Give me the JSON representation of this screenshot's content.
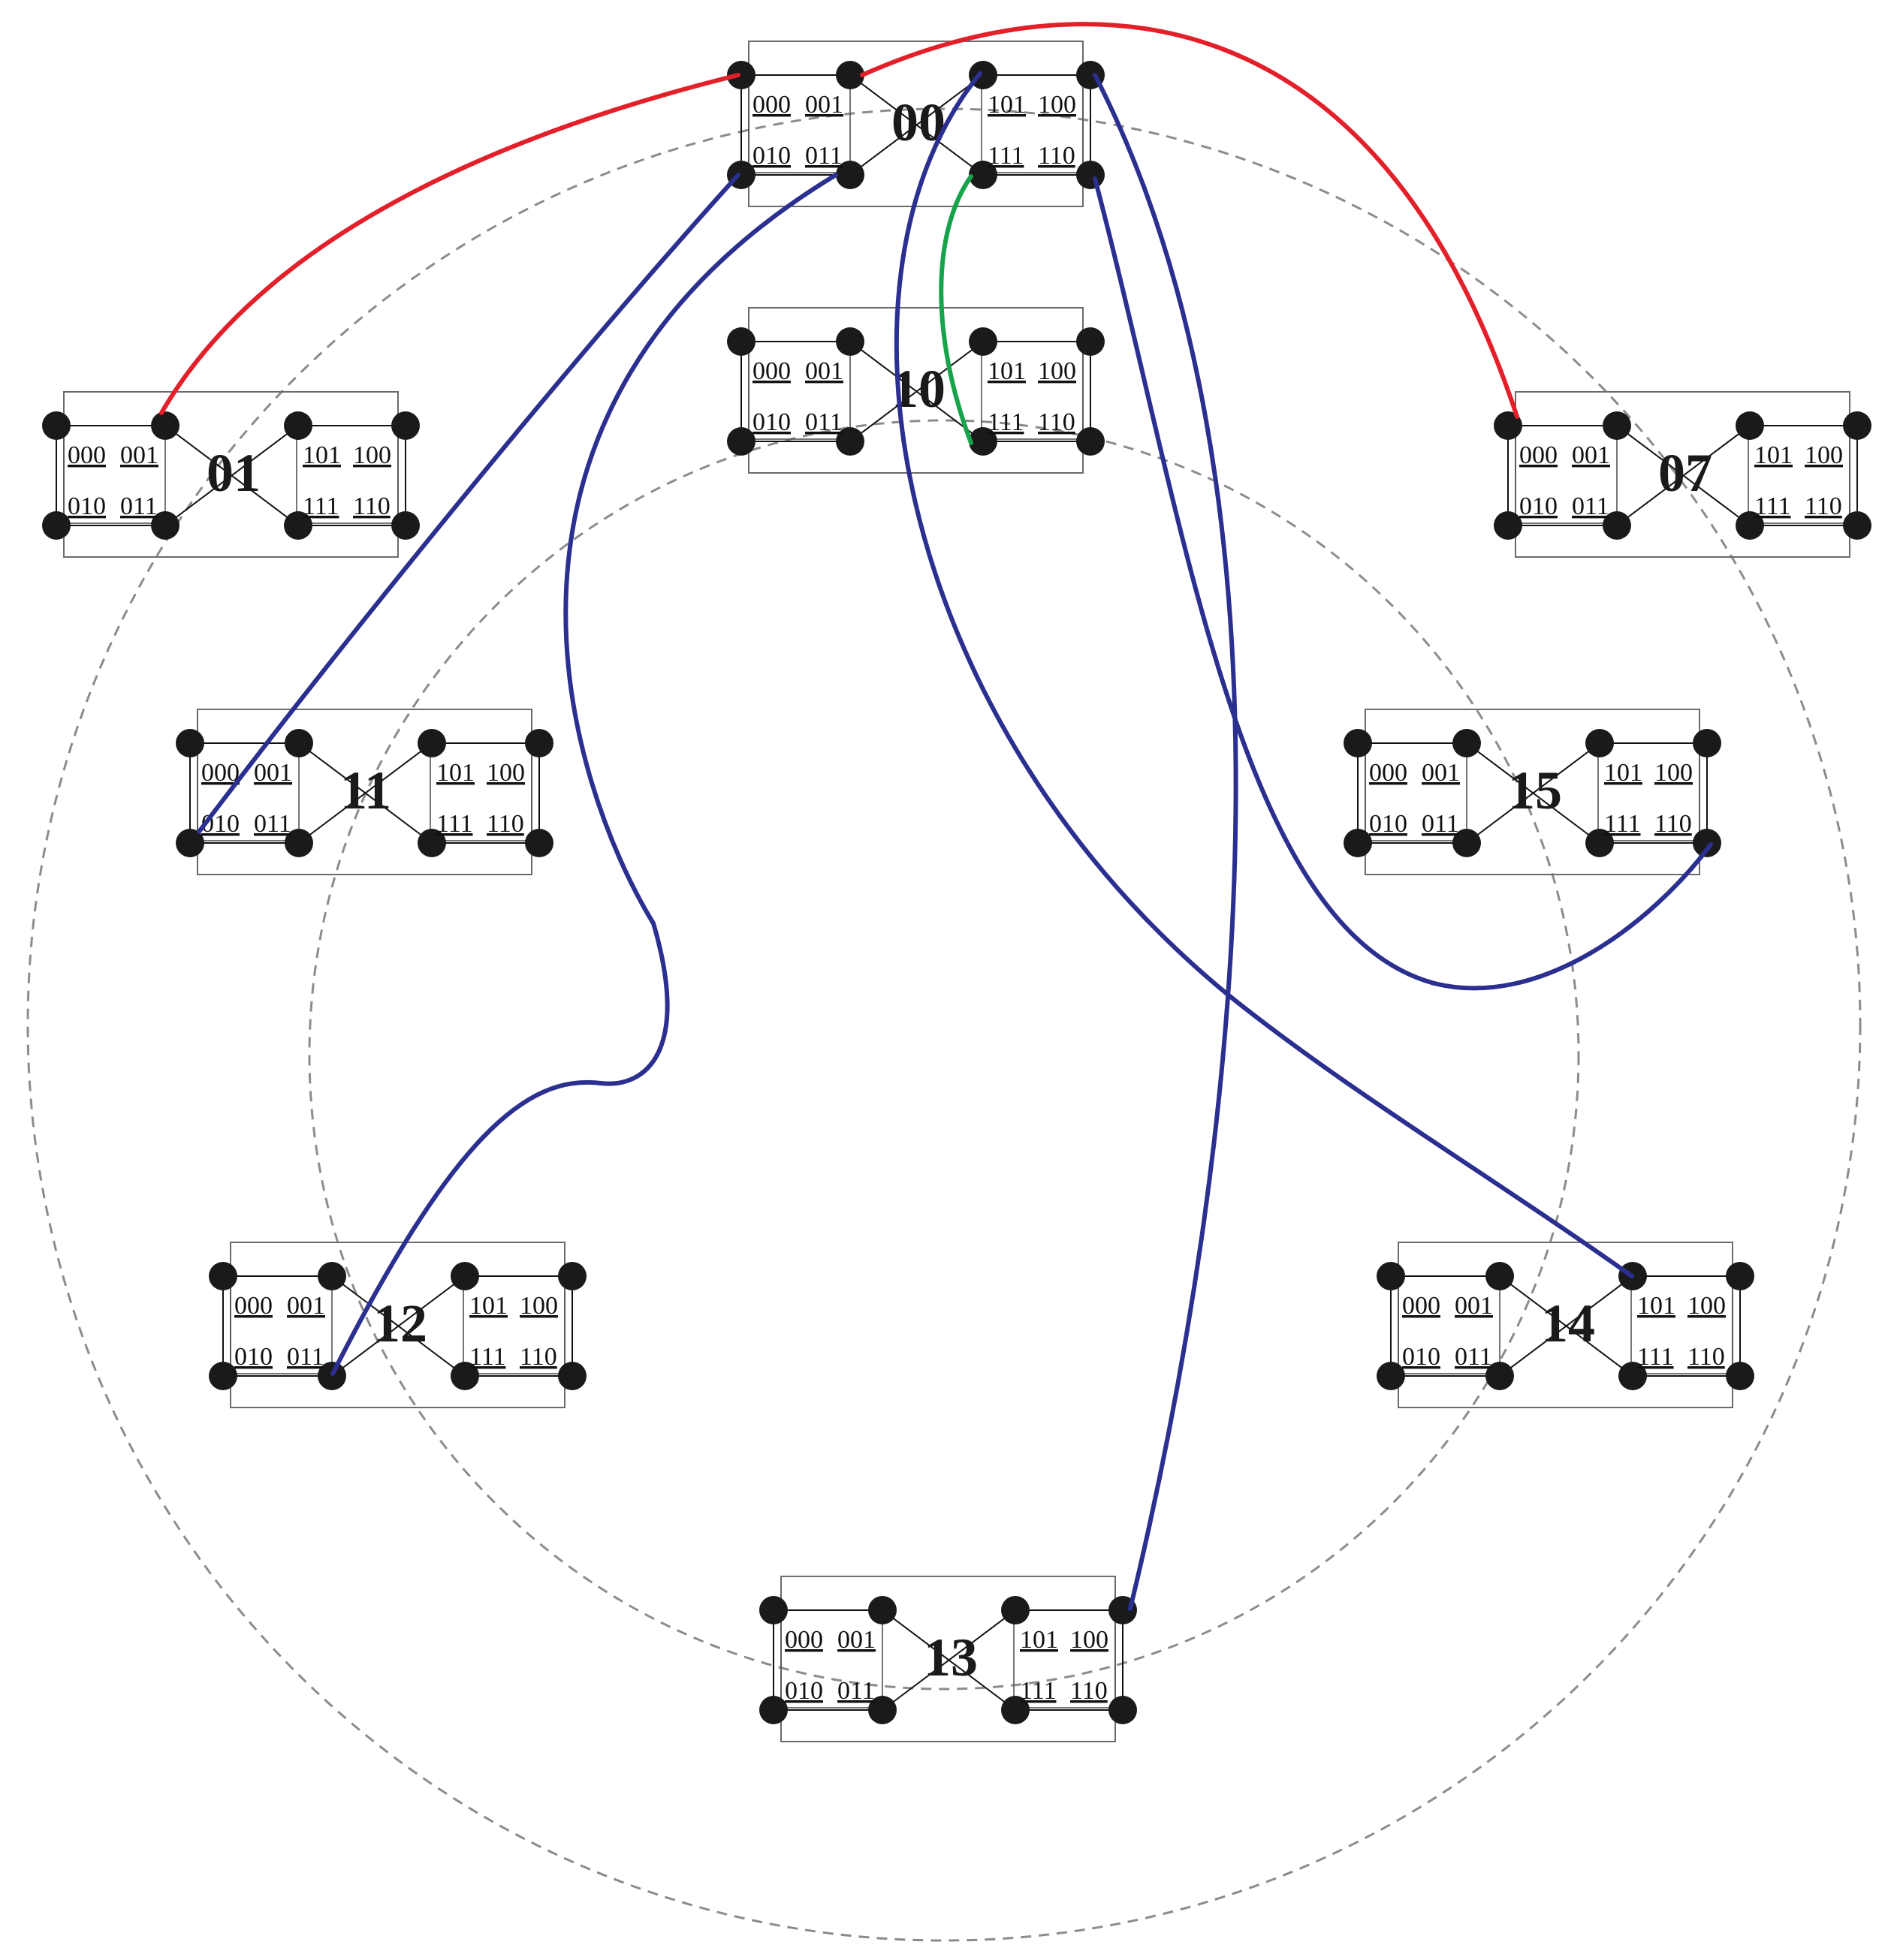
{
  "bit_labels": [
    "000",
    "001",
    "010",
    "011",
    "101",
    "100",
    "111",
    "110"
  ],
  "modules": [
    {
      "id": "m00",
      "label": "00",
      "highlight": true
    },
    {
      "id": "m10",
      "label": "10"
    },
    {
      "id": "m01",
      "label": "01"
    },
    {
      "id": "m07",
      "label": "07"
    },
    {
      "id": "m11",
      "label": "11"
    },
    {
      "id": "m15",
      "label": "15"
    },
    {
      "id": "m12",
      "label": "12"
    },
    {
      "id": "m14",
      "label": "14"
    },
    {
      "id": "m13",
      "label": "13"
    }
  ],
  "colors": {
    "highlight_label": "#e0138c",
    "red_link": "#e3202a",
    "blue_link": "#2b2f8f",
    "green_link": "#16a34a",
    "node": "#1a1a1a"
  },
  "links": [
    {
      "from": "00",
      "to": "01",
      "color": "red"
    },
    {
      "from": "00",
      "to": "07",
      "color": "red"
    },
    {
      "from": "00",
      "to": "10",
      "color": "green"
    },
    {
      "from": "00",
      "to": "11",
      "color": "blue"
    },
    {
      "from": "00",
      "to": "12",
      "color": "blue"
    },
    {
      "from": "00",
      "to": "13",
      "color": "blue"
    },
    {
      "from": "00",
      "to": "14",
      "color": "blue"
    },
    {
      "from": "00",
      "to": "15",
      "color": "blue"
    }
  ]
}
